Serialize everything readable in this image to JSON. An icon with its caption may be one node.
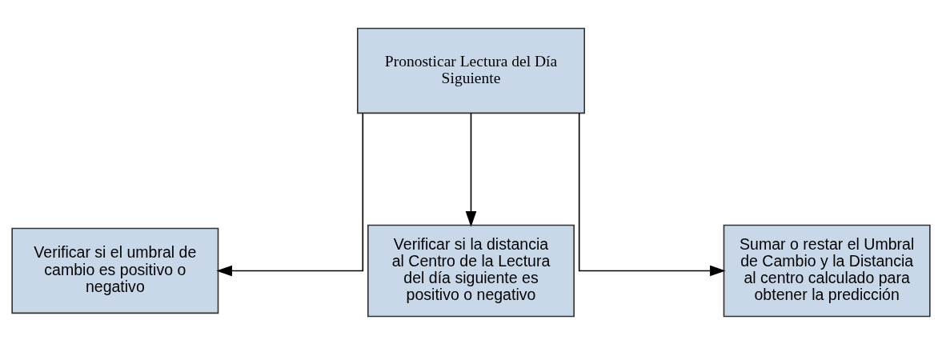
{
  "diagram": {
    "nodes": [
      {
        "text": [
          "Pronosticar Lectura del Día Siguiente"
        ]
      },
      {
        "text": [
          "Verificar si el umbral de cambio es positivo o negativo"
        ]
      },
      {
        "text": [
          "Verificar si la distancia al Centro de la Lectura del día siguiente es positivo o negativo"
        ]
      },
      {
        "text": [
          "Sumar o restar el Umbral de Cambio y la Distancia al centro calculado para obtener la predicción"
        ]
      }
    ],
    "edges": [
      {
        "from": 0,
        "to": 1,
        "arrow": "to"
      },
      {
        "from": 0,
        "to": 2,
        "arrow": "to"
      },
      {
        "from": 0,
        "to": 3,
        "arrow": "to"
      }
    ]
  }
}
